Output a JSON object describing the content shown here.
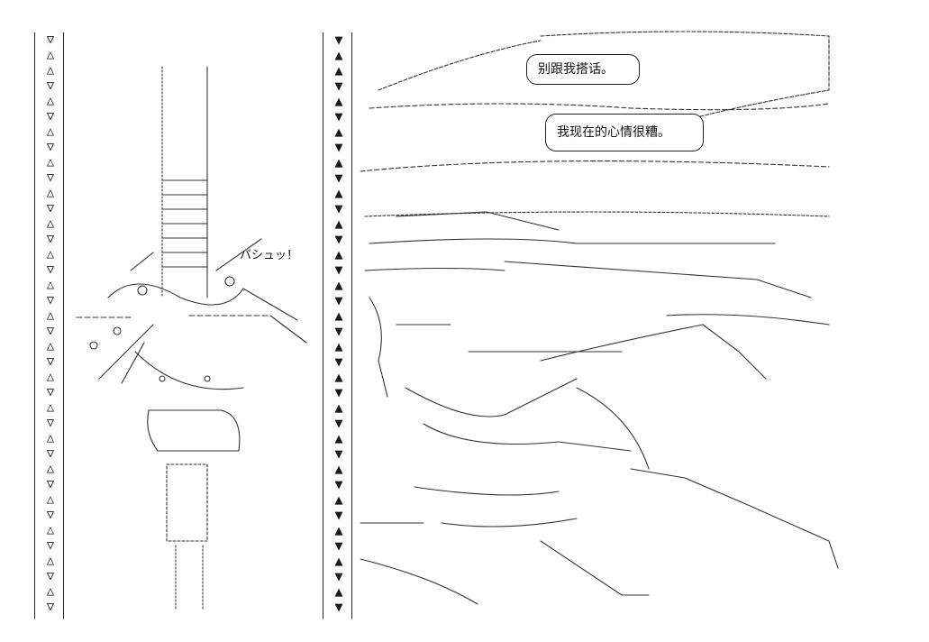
{
  "left_strip": {
    "symbols": [
      "▽",
      "△",
      "△",
      "▽",
      "△",
      "▽",
      "△",
      "▽",
      "△",
      "▽",
      "△",
      "▽",
      "△",
      "▽",
      "△",
      "▽",
      "△",
      "▽",
      "△",
      "▽",
      "△",
      "▽",
      "△",
      "▽",
      "△",
      "▽",
      "△",
      "▽",
      "△",
      "▽",
      "△",
      "▽",
      "△",
      "▽",
      "△",
      "▽",
      "△",
      "▽"
    ]
  },
  "right_strip": {
    "symbols": [
      "▼",
      "▲",
      "▲",
      "▼",
      "▲",
      "▼",
      "▲",
      "▼",
      "▲",
      "▼",
      "▲",
      "▼",
      "▲",
      "▼",
      "▲",
      "▼",
      "▲",
      "▼",
      "▲",
      "▼",
      "▲",
      "▼",
      "▲",
      "▼",
      "▲",
      "▼",
      "▲",
      "▼",
      "▲",
      "▼",
      "▲",
      "▼",
      "▲",
      "▼",
      "▲",
      "▼",
      "▲",
      "▼"
    ]
  },
  "sound_effect": "バシュッ！",
  "bubbles": {
    "first": "别跟我搭话。",
    "second": "我现在的心情很糟。"
  },
  "colors": {
    "ink": "#1a1a1a",
    "background": "#ffffff"
  }
}
